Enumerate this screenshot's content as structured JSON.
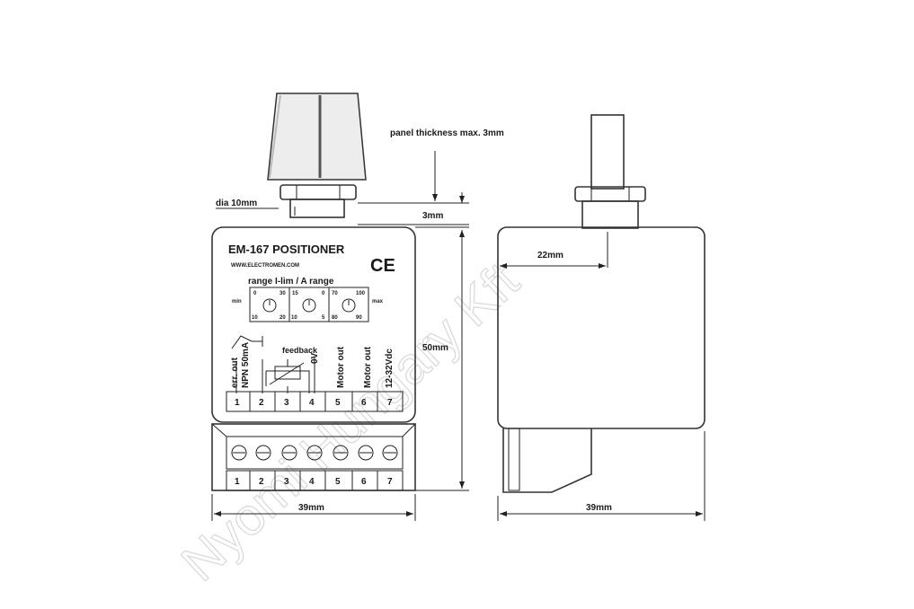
{
  "dims": {
    "panel_thickness": "panel thickness max. 3mm",
    "dia": "dia 10mm",
    "thickness": "3mm",
    "height": "50mm",
    "width_front": "39mm",
    "width_side": "39mm",
    "depth": "22mm"
  },
  "front": {
    "title": "EM-167  POSITIONER",
    "url": "WWW.ELECTROMEN.COM",
    "ce": "CE",
    "range_heading": "range  I-lim / A  range",
    "min_label": "min",
    "max_label": "max",
    "dial1": {
      "tl": "0",
      "tr": "30",
      "bl": "10",
      "br": "20"
    },
    "dial2": {
      "tl": "15",
      "tr": "0",
      "bl": "10",
      "br": "5"
    },
    "dial3": {
      "tl": "70",
      "tr": "100",
      "bl": "80",
      "br": "90"
    },
    "feedback": "feedback",
    "labels": {
      "err_out": "err. out",
      "npn": "NPN 50mA",
      "zero_v": "0V",
      "motor_out_1": "Motor out",
      "motor_out_2": "Motor out",
      "supply": "12-32Vdc"
    },
    "terminals_top": [
      "1",
      "2",
      "3",
      "4",
      "5",
      "6",
      "7"
    ],
    "terminals_bottom": [
      "1",
      "2",
      "3",
      "4",
      "5",
      "6",
      "7"
    ]
  },
  "watermark": "Nyomi Hungary Kft"
}
